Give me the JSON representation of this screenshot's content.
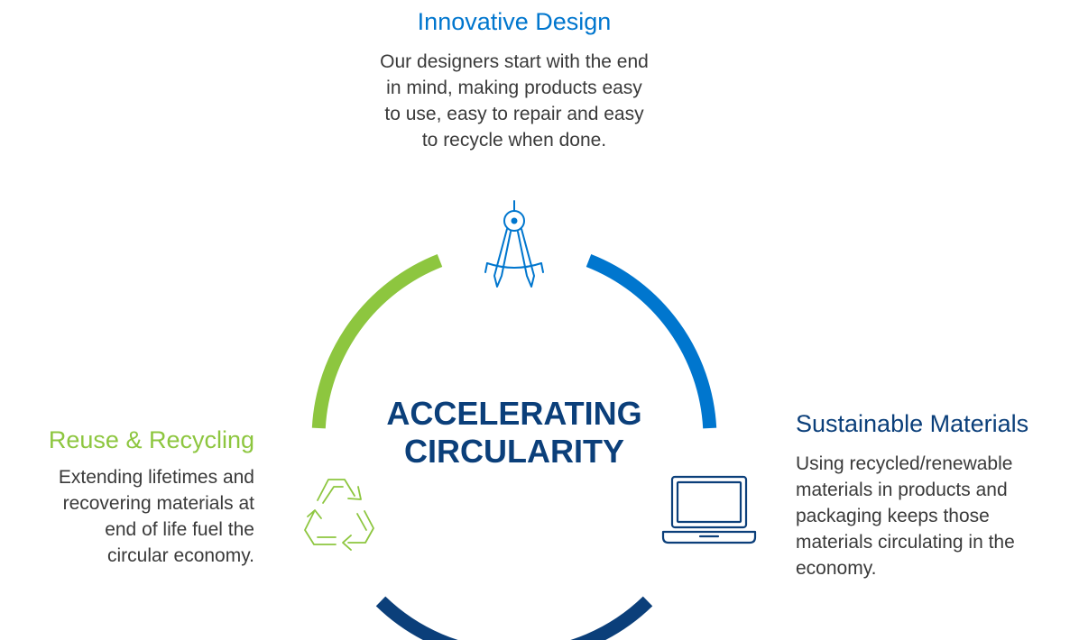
{
  "colors": {
    "blue": "#0076ce",
    "green": "#8dc63f",
    "navy": "#0b3f7a",
    "text": "#3a3a3a"
  },
  "center": {
    "line1": "ACCELERATING",
    "line2": "CIRCULARITY"
  },
  "top": {
    "heading": "Innovative Design",
    "icon": "drafting-compass-icon",
    "lines": [
      "Our designers start with the end",
      "in mind, making products easy",
      "to use, easy to repair and easy",
      "to recycle when done."
    ]
  },
  "left": {
    "heading": "Reuse & Recycling",
    "icon": "recycle-icon",
    "lines": [
      "Extending lifetimes and",
      "recovering materials at",
      "end of life fuel the",
      "circular economy."
    ]
  },
  "right": {
    "heading": "Sustainable Materials",
    "icon": "laptop-icon",
    "lines": [
      "Using recycled/renewable",
      "materials in products and",
      "packaging keeps those",
      "materials circulating in the",
      "economy."
    ]
  }
}
